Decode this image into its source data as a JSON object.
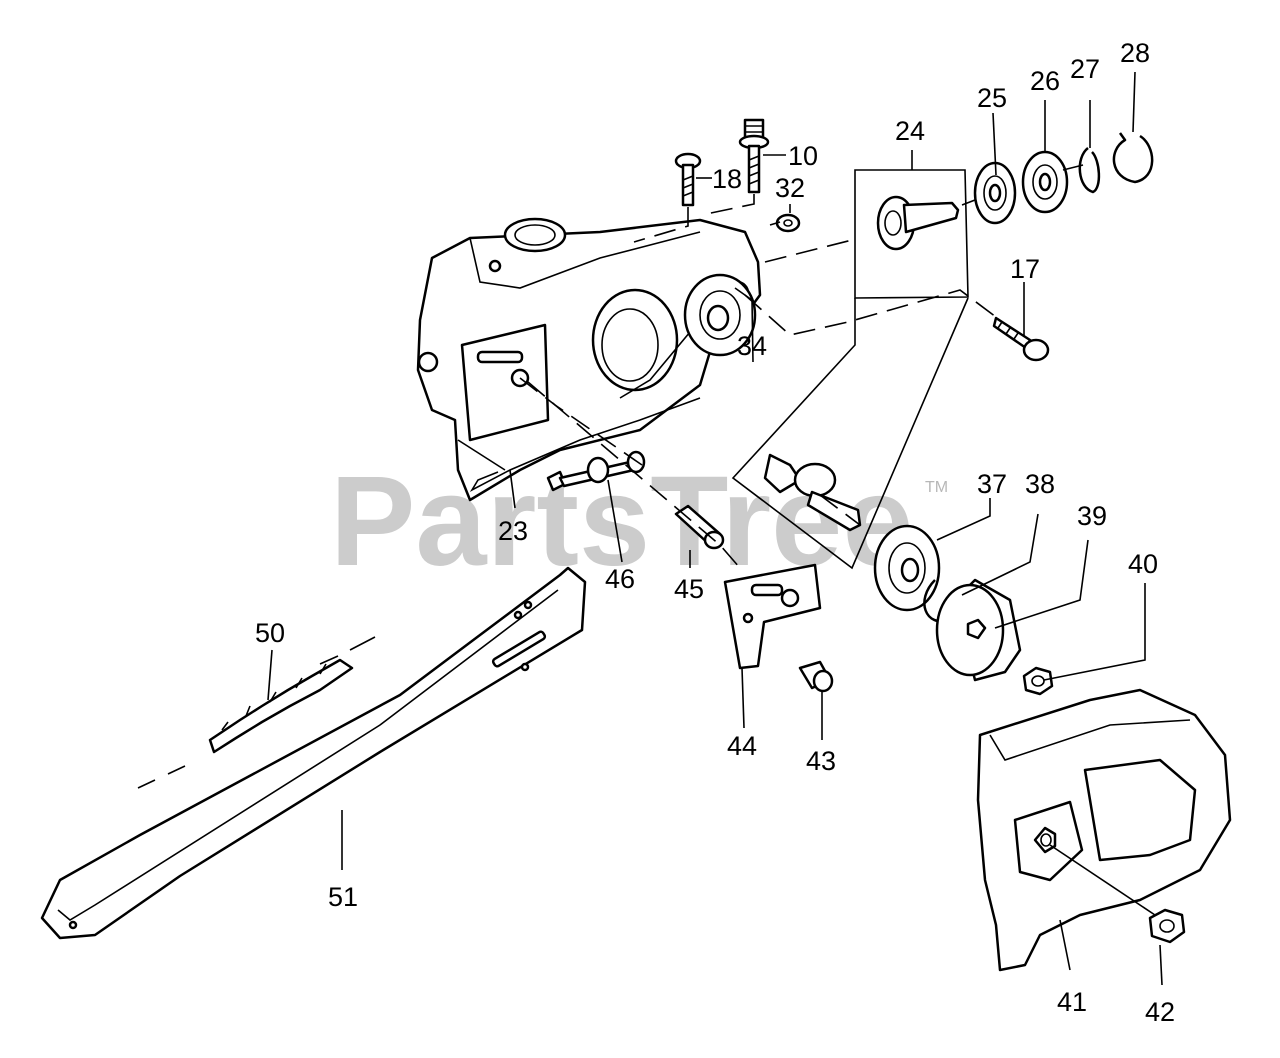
{
  "watermark": {
    "text": "PartsTree",
    "trademark": "TM"
  },
  "callouts": {
    "c10": "10",
    "c17": "17",
    "c18": "18",
    "c23": "23",
    "c24": "24",
    "c25": "25",
    "c26": "26",
    "c27": "27",
    "c28": "28",
    "c32": "32",
    "c34": "34",
    "c37": "37",
    "c38": "38",
    "c39": "39",
    "c40": "40",
    "c41": "41",
    "c42": "42",
    "c43": "43",
    "c44": "44",
    "c45": "45",
    "c46": "46",
    "c50": "50",
    "c51": "51"
  }
}
